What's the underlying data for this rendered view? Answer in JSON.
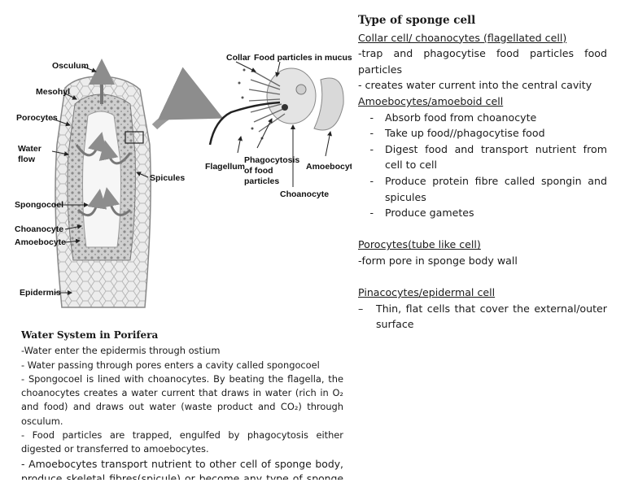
{
  "diagram": {
    "labels": {
      "osculum": "Osculum",
      "mesohyl": "Mesohyl",
      "porocytes": "Porocytes",
      "water_flow_1": "Water",
      "water_flow_2": "flow",
      "spongocoel": "Spongocoel",
      "choanocyte": "Choanocyte",
      "amoebocyte": "Amoebocyte",
      "epidermis": "Epidermis",
      "spicules": "Spicules",
      "collar": "Collar",
      "food_particles": "Food particles in mucus",
      "flagellum": "Flagellum",
      "phago_1": "Phagocytosis",
      "phago_2": "of food",
      "phago_3": "particles",
      "amoebocyte_right": "Amoebocyte",
      "choanocyte_right": "Choanocyte"
    }
  },
  "right": {
    "title": "Type of sponge cell",
    "collar_heading": "Collar cell/ choanocytes (flagellated cell)",
    "collar_line1": "-trap and phagocytise food particles food particles",
    "collar_line2": "- creates water current into the central cavity",
    "amoebo_heading": "Amoebocytes/amoeboid cell",
    "amoebo_items": [
      "Absorb food from choanocyte",
      "Take up food//phagocytise food",
      "Digest food and transport nutrient from cell to cell",
      "Produce protein fibre called spongin and spicules",
      "Produce gametes"
    ],
    "poro_heading": "Porocytes(tube like cell)",
    "poro_line": "-form pore in sponge body wall",
    "pinaco_heading": "Pinacocytes/epidermal cell",
    "pinaco_dash": "–",
    "pinaco_line": "Thin, flat cells that cover the external/outer surface"
  },
  "bottom": {
    "title": "Water System in Porifera",
    "lines": [
      "-Water enter the epidermis through ostium",
      "- Water passing through pores enters a cavity called spongocoel",
      "- Spongocoel is lined with choanocytes. By beating the flagella, the choanocytes creates a water current that draws in water (rich in O₂ and food) and draws out water (waste product and CO₂) through osculum.",
      "- Food particles are trapped, engulfed by phagocytosis either digested or transferred to amoebocytes.",
      "- Amoebocytes transport nutrient to other cell of sponge body, produce skeletal fibres(spicule) or become any type of sponge cell"
    ]
  }
}
